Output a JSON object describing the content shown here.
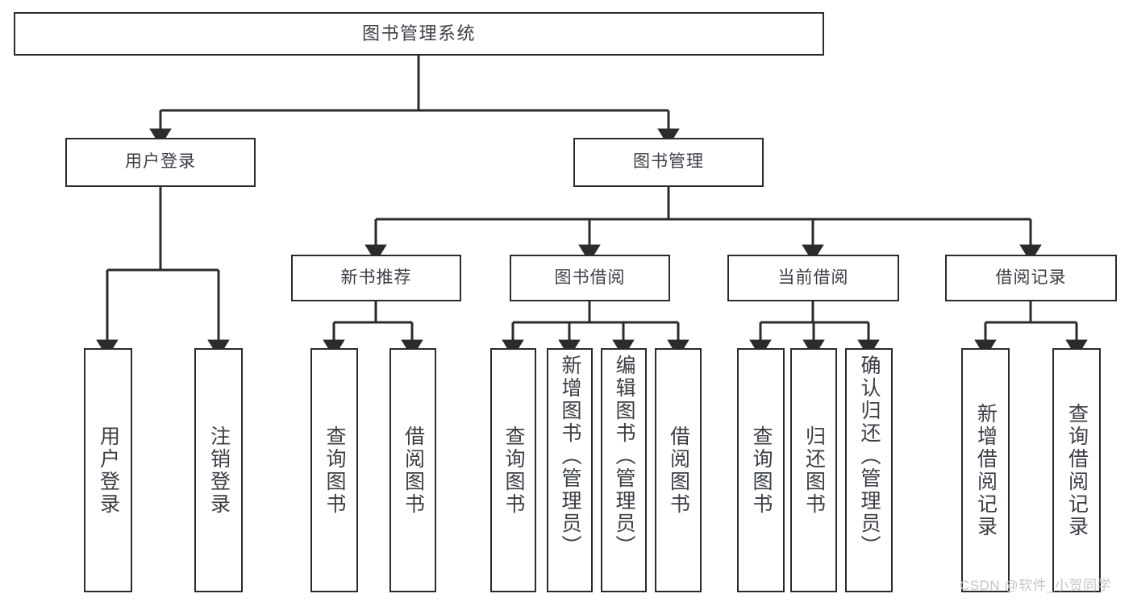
{
  "diagram": {
    "title": "图书管理系统",
    "type": "tree-hierarchy",
    "root": {
      "label": "图书管理系统"
    },
    "level2": [
      {
        "label": "用户登录"
      },
      {
        "label": "图书管理"
      }
    ],
    "level3": [
      {
        "label": "新书推荐"
      },
      {
        "label": "图书借阅"
      },
      {
        "label": "当前借阅"
      },
      {
        "label": "借阅记录"
      }
    ],
    "leaves": {
      "user_login": [
        {
          "label": "用户登录"
        },
        {
          "label": "注销登录"
        }
      ],
      "new_book_recommend": [
        {
          "label": "查询图书"
        },
        {
          "label": "借阅图书"
        }
      ],
      "book_borrow": [
        {
          "label": "查询图书"
        },
        {
          "label": "新增图书（管理员）"
        },
        {
          "label": "编辑图书（管理员）"
        },
        {
          "label": "借阅图书"
        }
      ],
      "current_borrow": [
        {
          "label": "查询图书"
        },
        {
          "label": "归还图书"
        },
        {
          "label": "确认归还（管理员）"
        }
      ],
      "borrow_record": [
        {
          "label": "新增借阅记录"
        },
        {
          "label": "查询借阅记录"
        }
      ]
    }
  },
  "watermark": {
    "text": "CSDN @软件_小贺同学"
  },
  "colors": {
    "stroke": "#2b2b2b",
    "text": "#3a3f45",
    "background": "#ffffff",
    "watermark": "#c6c6c6"
  }
}
